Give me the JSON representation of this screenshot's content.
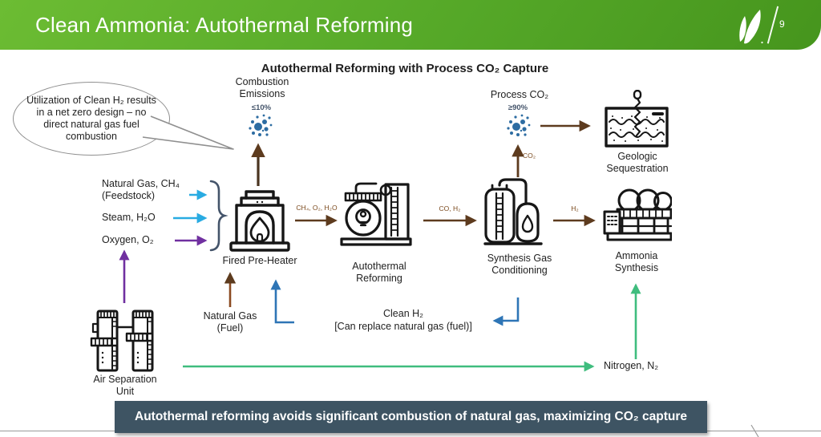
{
  "slide": {
    "header": {
      "title": "Clean Ammonia: Autothermal Reforming",
      "page_number": "9",
      "logo": "nutrien-n-logo"
    },
    "diagram_title": "Autothermal Reforming with Process CO₂ Capture",
    "callout_text": "Utilization of Clean H₂ results in a net zero design – no direct natural gas fuel combustion",
    "emissions": {
      "combustion": {
        "label": "Combustion Emissions",
        "share": "≤10%"
      },
      "process": {
        "label": "Process CO₂",
        "share": "≥90%"
      }
    },
    "units": [
      {
        "name": "Fired Pre-Heater"
      },
      {
        "name": "Autothermal Reforming"
      },
      {
        "name": "Synthesis Gas Conditioning"
      },
      {
        "name": "Ammonia Synthesis"
      },
      {
        "name": "Air Separation Unit"
      },
      {
        "name": "Geologic Sequestration"
      }
    ],
    "inputs": [
      {
        "label": "Natural Gas, CH₄ (Feedstock)"
      },
      {
        "label": "Steam, H₂O"
      },
      {
        "label": "Oxygen, O₂"
      }
    ],
    "flows": {
      "preheater_to_atr": "CH₄, O₂, H₂O",
      "atr_to_conditioning": "CO, H₂",
      "conditioning_to_ammonia": "H₂",
      "co2_to_capture": "CO₂",
      "fuel": "Natural Gas (Fuel)",
      "clean_h2": "Clean H₂",
      "clean_h2_note": "[Can replace natural gas (fuel)]",
      "nitrogen": "Nitrogen, N₂"
    },
    "banner": "Autothermal reforming avoids significant combustion of natural gas, maximizing CO₂ capture",
    "colors": {
      "header_green": "#55A828",
      "banner_slate": "#3E5463",
      "arrow_brown": "#5D3B1E",
      "arrow_cyan": "#29ABE2",
      "arrow_purple": "#7030A0",
      "arrow_blue": "#2E75B6",
      "arrow_green": "#3FBD7E",
      "co2_dots": "#2D6CA2"
    }
  }
}
